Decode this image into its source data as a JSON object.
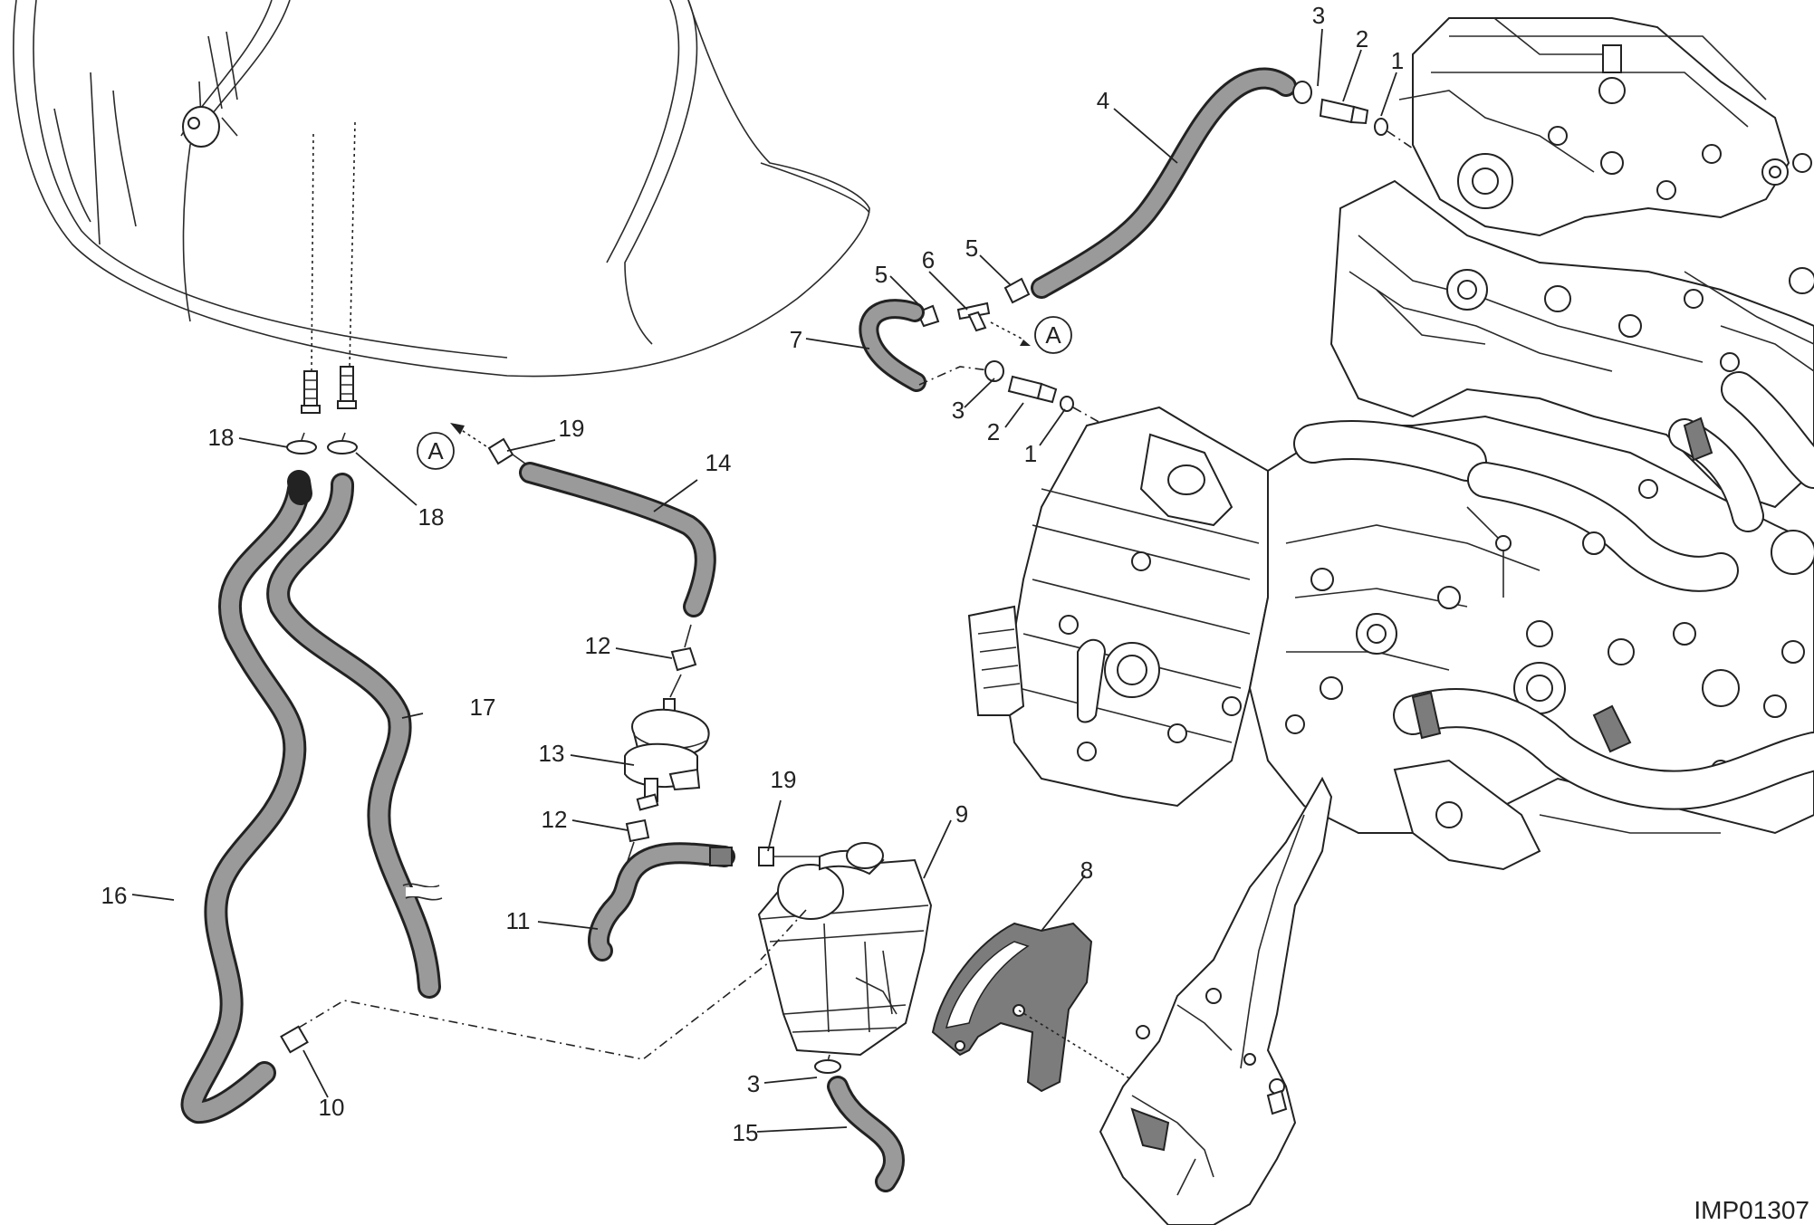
{
  "diagram": {
    "image_code": "IMP01307",
    "reference_marker": "A",
    "callouts": [
      {
        "id": "c1a",
        "text": "1"
      },
      {
        "id": "c2a",
        "text": "2"
      },
      {
        "id": "c3a",
        "text": "3"
      },
      {
        "id": "c4",
        "text": "4"
      },
      {
        "id": "c5a",
        "text": "5"
      },
      {
        "id": "c6",
        "text": "6"
      },
      {
        "id": "c5b",
        "text": "5"
      },
      {
        "id": "c7",
        "text": "7"
      },
      {
        "id": "c3b",
        "text": "3"
      },
      {
        "id": "c2b",
        "text": "2"
      },
      {
        "id": "c1b",
        "text": "1"
      },
      {
        "id": "c19a",
        "text": "19"
      },
      {
        "id": "c18a",
        "text": "18"
      },
      {
        "id": "c18b",
        "text": "18"
      },
      {
        "id": "c14",
        "text": "14"
      },
      {
        "id": "c12a",
        "text": "12"
      },
      {
        "id": "c17",
        "text": "17"
      },
      {
        "id": "c13",
        "text": "13"
      },
      {
        "id": "c12b",
        "text": "12"
      },
      {
        "id": "c19b",
        "text": "19"
      },
      {
        "id": "c9",
        "text": "9"
      },
      {
        "id": "c8",
        "text": "8"
      },
      {
        "id": "c11",
        "text": "11"
      },
      {
        "id": "c16",
        "text": "16"
      },
      {
        "id": "c3c",
        "text": "3"
      },
      {
        "id": "c15",
        "text": "15"
      },
      {
        "id": "c10",
        "text": "10"
      }
    ]
  }
}
